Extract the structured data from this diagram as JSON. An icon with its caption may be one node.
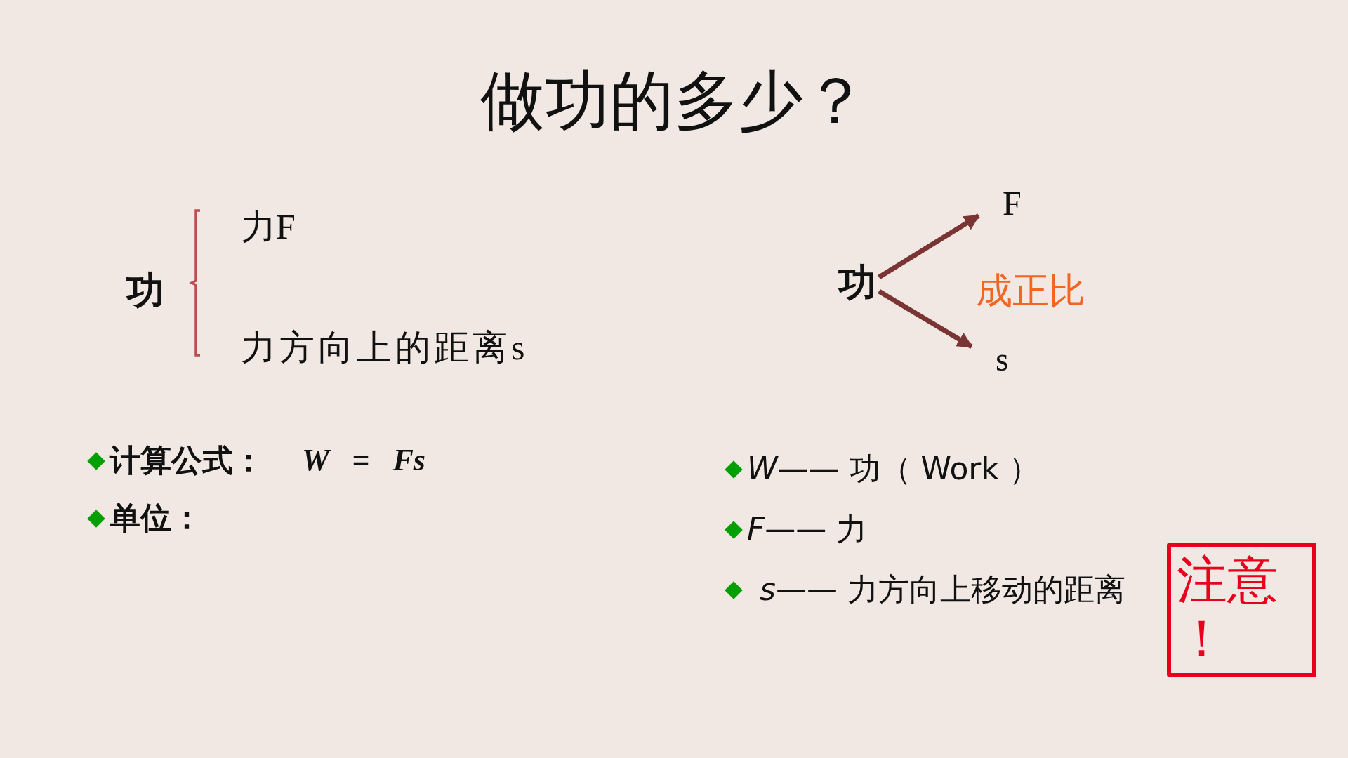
{
  "diagram": {
    "title": "做功的多少？",
    "nodes": [
      {
        "text": [
          "功"
        ]
      },
      {
        "text": [
          "F"
        ]
      },
      {
        "text": [
          "s"
        ]
      },
      {
        "text": [
          "注意！"
        ]
      }
    ],
    "edges": [
      {
        "from": 0,
        "to": 1,
        "arrow": "to"
      },
      {
        "from": 0,
        "to": 2,
        "arrow": "to"
      }
    ],
    "labels": [
      "功",
      "力F",
      "力方向上的距离s",
      "成正比",
      "计算公式：",
      "W = Fs",
      "单位：",
      "*W*—— 功（ Work ）",
      "*F*—— 力",
      "*s*—— 力方向上移动的距离"
    ]
  }
}
